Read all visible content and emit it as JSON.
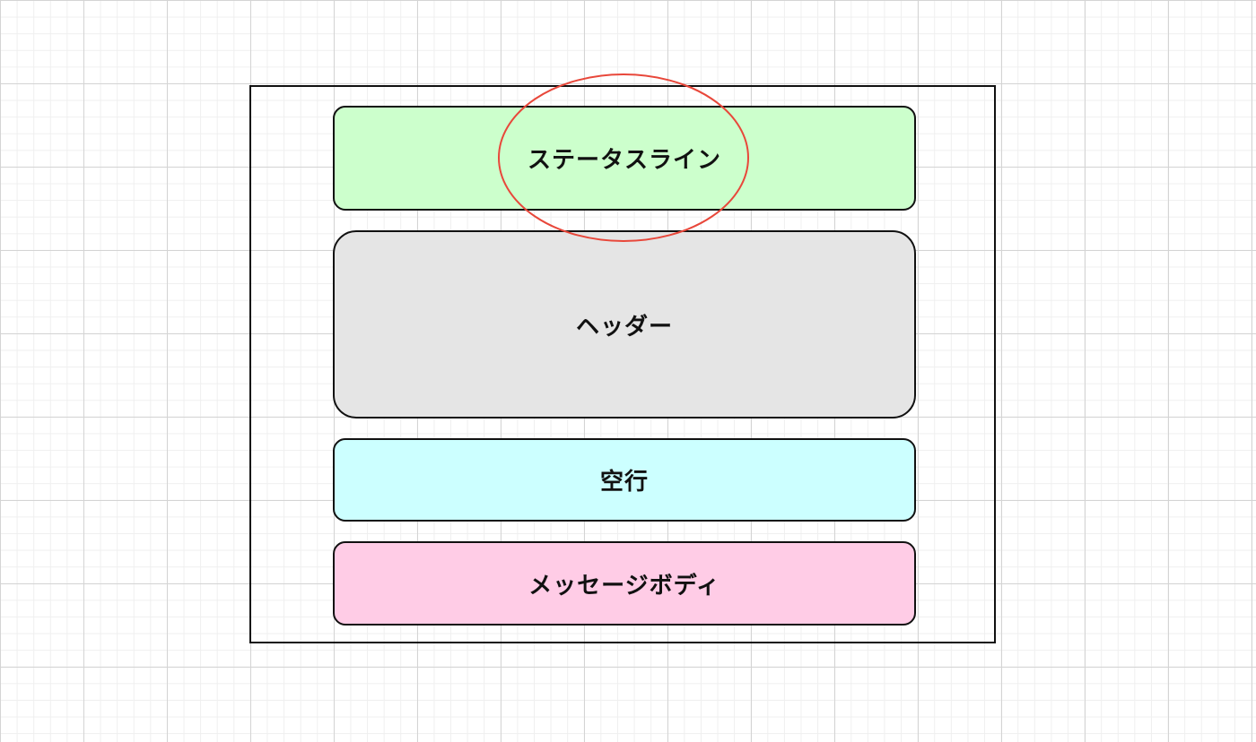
{
  "diagram": {
    "blocks": [
      {
        "label": "ステータスライン",
        "color": "#ccffcc"
      },
      {
        "label": "ヘッダー",
        "color": "#e5e5e5"
      },
      {
        "label": "空行",
        "color": "#ccffff"
      },
      {
        "label": "メッセージボディ",
        "color": "#ffcce6"
      }
    ],
    "highlight_color": "#e8473a"
  }
}
